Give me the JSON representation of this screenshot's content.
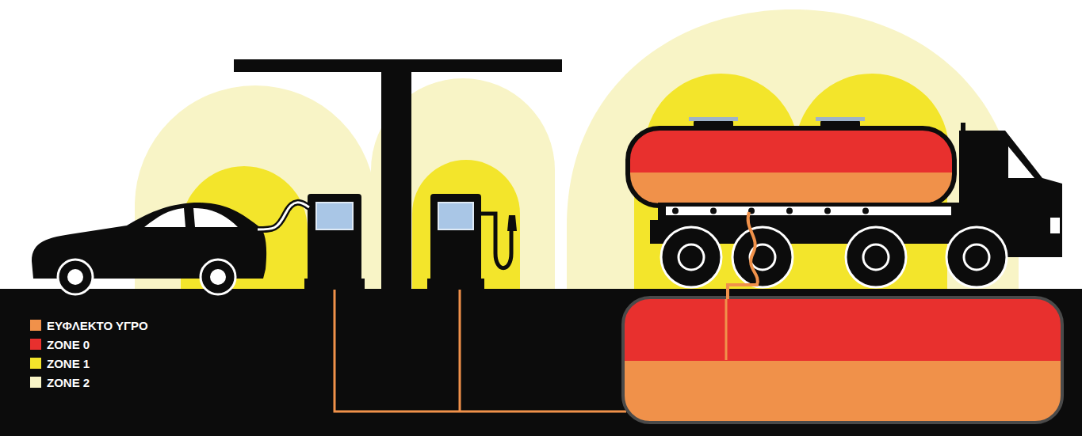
{
  "diagram": {
    "legend": [
      {
        "text": "ΕΥΦΛΕΚΤΟ ΥΓΡΟ",
        "color": "#f0914a"
      },
      {
        "text": "ZONE 0",
        "color": "#e8302e"
      },
      {
        "text": "ZONE 1",
        "color": "#f3e52b"
      },
      {
        "text": "ZONE 2",
        "color": "#f8f4c6"
      }
    ]
  }
}
